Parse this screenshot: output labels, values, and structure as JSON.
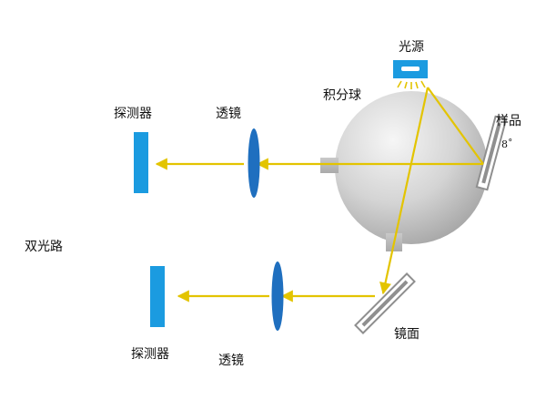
{
  "labels": {
    "light_source": "光源",
    "integrating_sphere": "积分球",
    "sample": "样品",
    "angle": "8˚",
    "mirror": "镜面",
    "lens_top": "透镜",
    "lens_bottom": "透镜",
    "detector_top": "探测器",
    "detector_bottom": "探测器",
    "dual_path": "双光路"
  },
  "colors": {
    "beam": "#e3c400",
    "lens": "#1f6fbf",
    "detector": "#1b9be0",
    "source": "#1b9be0",
    "sphere_light": "#f3f3f3",
    "sphere_dark": "#a9a9a9",
    "frame": "#9a9a9a"
  }
}
